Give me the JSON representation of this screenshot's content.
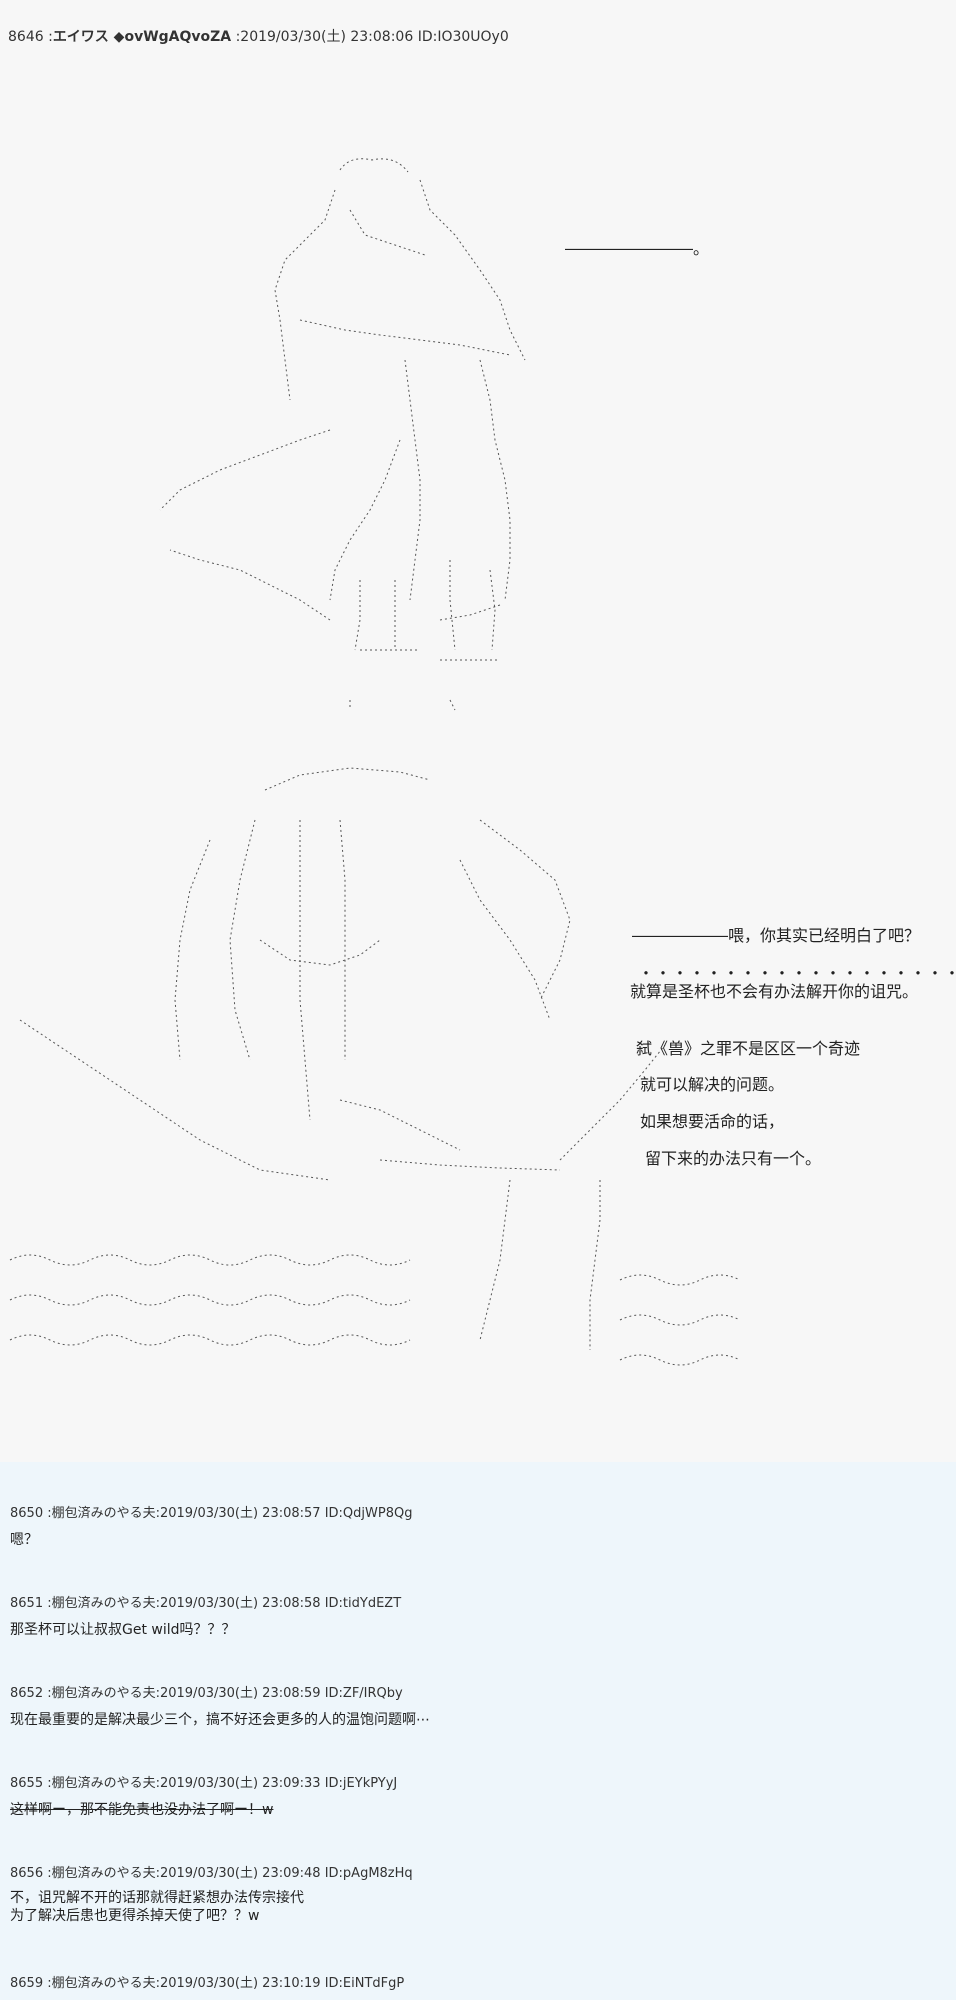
{
  "post": {
    "number": "8646",
    "separator": " :",
    "name": "エイワス ◆ovWgAQvoZA",
    "meta": " :2019/03/30(土) 23:08:06 ID:IO30UOy0",
    "dialogue_top": "――――――――。",
    "dialogue": [
      "――――――喂，你其实已经明白了吧？",
      "・・・・・・・・・・・・・・・・・・・",
      "就算是圣杯也不会有办法解开你的诅咒。",
      "弑《兽》之罪不是区区一个奇迹",
      "就可以解决的问题。",
      "如果想要活命的话，",
      "留下来的办法只有一个。"
    ]
  },
  "replies": [
    {
      "header": "8650 :棚包済みのやる夫:2019/03/30(土) 23:08:57 ID:QdjWP8Qg",
      "lines": [
        "嗯？"
      ],
      "struck": false
    },
    {
      "header": "8651 :棚包済みのやる夫:2019/03/30(土) 23:08:58 ID:tidYdEZT",
      "lines": [
        "那圣杯可以让叔叔Get wild吗？？？"
      ],
      "struck": false
    },
    {
      "header": "8652 :棚包済みのやる夫:2019/03/30(土) 23:08:59 ID:ZF/IRQby",
      "lines": [
        "现在最重要的是解决最少三个，搞不好还会更多的人的温饱问题啊⋯"
      ],
      "struck": false
    },
    {
      "header": "8655 :棚包済みのやる夫:2019/03/30(土) 23:09:33 ID:jEYkPYyJ",
      "lines": [
        "这样啊ー，那不能免责也没办法了啊ー！w"
      ],
      "struck": true
    },
    {
      "header": "8656 :棚包済みのやる夫:2019/03/30(土) 23:09:48 ID:pAgM8zHq",
      "lines": [
        "不，诅咒解不开的话那就得赶紧想办法传宗接代",
        "为了解决后患也更得杀掉天使了吧？？w"
      ],
      "struck": false
    },
    {
      "header": "8659 :棚包済みのやる夫:2019/03/30(土) 23:10:19 ID:EiNTdFgP",
      "lines": [],
      "struck": false
    }
  ]
}
